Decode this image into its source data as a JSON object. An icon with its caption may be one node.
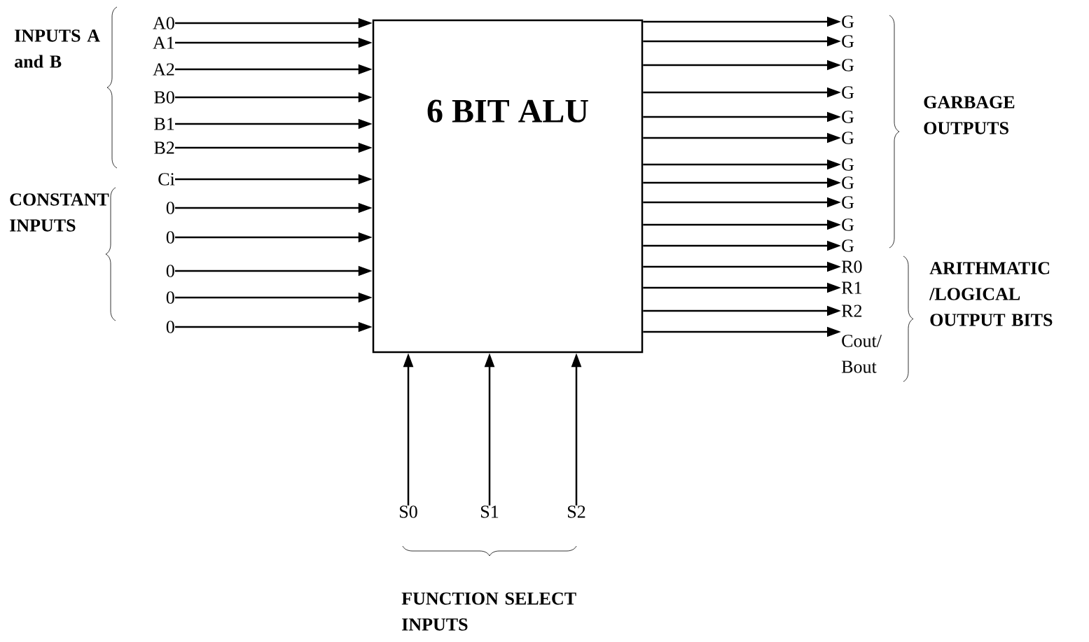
{
  "diagram": {
    "nodes": [
      {
        "text": [
          "6 BIT ALU"
        ]
      },
      {
        "text": [
          "A0"
        ]
      },
      {
        "text": [
          "A1"
        ]
      },
      {
        "text": [
          "A2"
        ]
      },
      {
        "text": [
          "B0"
        ]
      },
      {
        "text": [
          "B1"
        ]
      },
      {
        "text": [
          "B2"
        ]
      },
      {
        "text": [
          "Ci"
        ]
      },
      {
        "text": [
          "0"
        ]
      },
      {
        "text": [
          "0"
        ]
      },
      {
        "text": [
          "0"
        ]
      },
      {
        "text": [
          "0"
        ]
      },
      {
        "text": [
          "0"
        ]
      },
      {
        "text": [
          "G"
        ]
      },
      {
        "text": [
          "G"
        ]
      },
      {
        "text": [
          "G"
        ]
      },
      {
        "text": [
          "G"
        ]
      },
      {
        "text": [
          "G"
        ]
      },
      {
        "text": [
          "G"
        ]
      },
      {
        "text": [
          "G"
        ]
      },
      {
        "text": [
          "G"
        ]
      },
      {
        "text": [
          "G"
        ]
      },
      {
        "text": [
          "G"
        ]
      },
      {
        "text": [
          "G"
        ]
      },
      {
        "text": [
          "R0"
        ]
      },
      {
        "text": [
          "R1"
        ]
      },
      {
        "text": [
          "R2"
        ]
      },
      {
        "text": [
          "Cout/ Bout"
        ]
      },
      {
        "text": [
          "S0"
        ]
      },
      {
        "text": [
          "S1"
        ]
      },
      {
        "text": [
          "S2"
        ]
      }
    ],
    "edges": [
      {
        "from": 1,
        "to": 0,
        "arrow": "to"
      },
      {
        "from": 2,
        "to": 0,
        "arrow": "to"
      },
      {
        "from": 3,
        "to": 0,
        "arrow": "to"
      },
      {
        "from": 4,
        "to": 0,
        "arrow": "to"
      },
      {
        "from": 5,
        "to": 0,
        "arrow": "to"
      },
      {
        "from": 6,
        "to": 0,
        "arrow": "to"
      },
      {
        "from": 7,
        "to": 0,
        "arrow": "to"
      },
      {
        "from": 8,
        "to": 0,
        "arrow": "to"
      },
      {
        "from": 9,
        "to": 0,
        "arrow": "to"
      },
      {
        "from": 10,
        "to": 0,
        "arrow": "to"
      },
      {
        "from": 11,
        "to": 0,
        "arrow": "to"
      },
      {
        "from": 12,
        "to": 0,
        "arrow": "to"
      },
      {
        "from": 0,
        "to": 13,
        "arrow": "to"
      },
      {
        "from": 0,
        "to": 14,
        "arrow": "to"
      },
      {
        "from": 0,
        "to": 15,
        "arrow": "to"
      },
      {
        "from": 0,
        "to": 16,
        "arrow": "to"
      },
      {
        "from": 0,
        "to": 17,
        "arrow": "to"
      },
      {
        "from": 0,
        "to": 18,
        "arrow": "to"
      },
      {
        "from": 0,
        "to": 19,
        "arrow": "to"
      },
      {
        "from": 0,
        "to": 20,
        "arrow": "to"
      },
      {
        "from": 0,
        "to": 21,
        "arrow": "to"
      },
      {
        "from": 0,
        "to": 22,
        "arrow": "to"
      },
      {
        "from": 0,
        "to": 23,
        "arrow": "to"
      },
      {
        "from": 0,
        "to": 24,
        "arrow": "to"
      },
      {
        "from": 0,
        "to": 25,
        "arrow": "to"
      },
      {
        "from": 0,
        "to": 26,
        "arrow": "to"
      },
      {
        "from": 0,
        "to": 27,
        "arrow": "to"
      },
      {
        "from": 28,
        "to": 0,
        "arrow": "to"
      },
      {
        "from": 29,
        "to": 0,
        "arrow": "to"
      },
      {
        "from": 30,
        "to": 0,
        "arrow": "to"
      }
    ],
    "labels": [
      "INPUTS A and B",
      "CONSTANT INPUTS",
      "GARBAGE OUTPUTS",
      "ARITHMATIC /LOGICAL OUTPUT BITS",
      "FUNCTION SELECT INPUTS"
    ]
  }
}
